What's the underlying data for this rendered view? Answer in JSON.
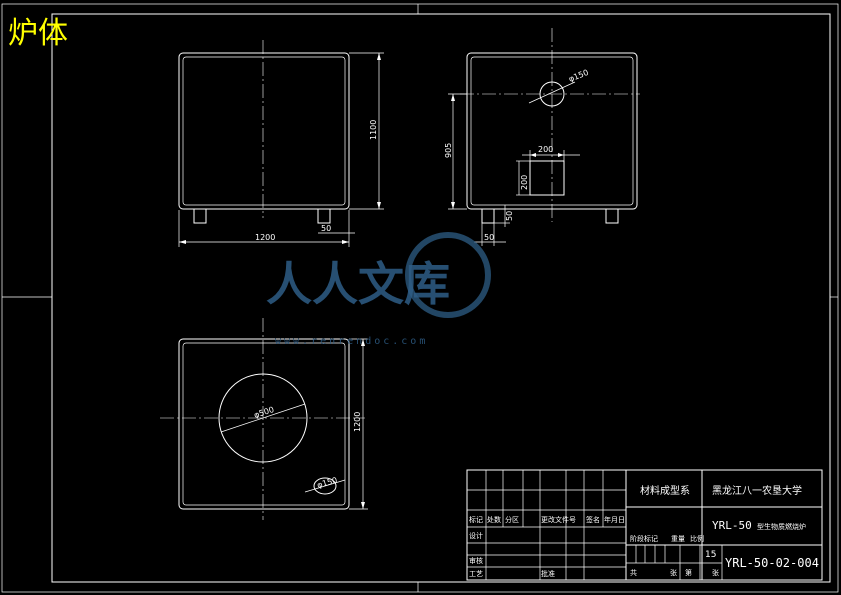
{
  "drawing": {
    "title": "炉体",
    "drawing_number": "YRL-50-02-004",
    "drawing_number_short": "YRL-50",
    "drawing_name_suffix": "型生物质燃烧炉",
    "university": "黑龙江八一农垦大学",
    "department": "材料成型系",
    "sheet_number": "15"
  },
  "dimensions": {
    "front_width": "1200",
    "front_height": "1100",
    "front_leg": "50",
    "side_height": "905",
    "side_hole": "φ150",
    "side_opening_w": "200",
    "side_opening_h": "200",
    "side_leg_h": "50",
    "side_leg_w": "50",
    "top_height": "1200",
    "top_big_hole": "φ500",
    "top_small_hole": "φ150"
  },
  "title_block": {
    "row_labels": [
      "标记",
      "处数",
      "分区",
      "更改文件号",
      "签名",
      "年月日"
    ],
    "sign_labels": [
      "设计",
      "审核",
      "工艺",
      "批准"
    ],
    "stage_labels": [
      "阶段标记",
      "重量",
      "比例"
    ],
    "sheet_labels": [
      "共",
      "张",
      "第",
      "张"
    ]
  },
  "watermark": {
    "brand": "人人文库",
    "url": "www.renrendoc.com"
  },
  "colors": {
    "background": "#000000",
    "lines": "#ffffff",
    "title": "#ffff00",
    "watermark": "#2e5d86"
  }
}
